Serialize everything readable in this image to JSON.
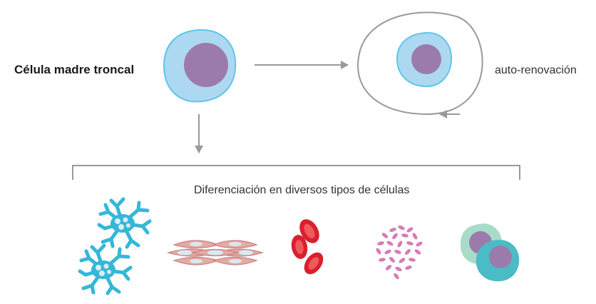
{
  "labels": {
    "stem_cell": "Célula madre troncal",
    "self_renewal": "auto-renovación",
    "differentiation": "Diferenciación en diversos tipos de células"
  },
  "colors": {
    "cell_fill": "#add8f2",
    "cell_stroke": "#5dc6ea",
    "nucleus": "#9b7bab",
    "arrow": "#999999",
    "bracket": "#9a9a9a",
    "neuron": "#35b7d8",
    "neuron_spot": "#dcecf5",
    "muscle": "#e4aaa4",
    "muscle_outline": "#c9837e",
    "muscle_nucleus": "#d8e9f4",
    "rbc": "#d8202e",
    "rbc_center": "#ef5a5c",
    "bacteria": "#d67bb6",
    "immune_light": "#a9dcc8",
    "immune_dark": "#4bbcc5"
  },
  "cell_types": [
    {
      "icon": "neuron-cells-icon"
    },
    {
      "icon": "muscle-cells-icon"
    },
    {
      "icon": "red-blood-cells-icon"
    },
    {
      "icon": "granular-cells-icon"
    },
    {
      "icon": "immune-cells-icon"
    }
  ]
}
